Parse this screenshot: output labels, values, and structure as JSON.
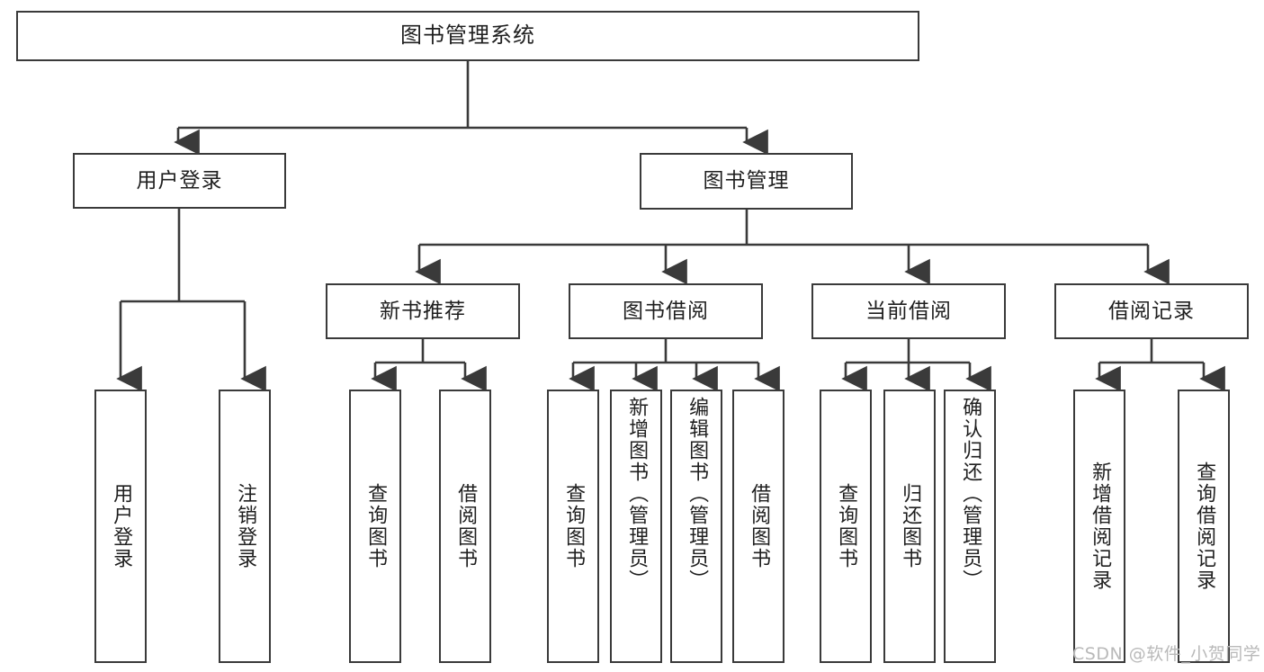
{
  "diagram": {
    "type": "tree-hierarchy",
    "title": "图书管理系统",
    "root": {
      "id": "root",
      "label": "图书管理系统"
    },
    "level2": [
      {
        "id": "user-login",
        "label": "用户登录"
      },
      {
        "id": "book-manage",
        "label": "图书管理"
      }
    ],
    "level3": [
      {
        "id": "new-book-rec",
        "label": "新书推荐",
        "parent": "book-manage"
      },
      {
        "id": "book-borrow",
        "label": "图书借阅",
        "parent": "book-manage"
      },
      {
        "id": "current-borrow",
        "label": "当前借阅",
        "parent": "book-manage"
      },
      {
        "id": "borrow-record",
        "label": "借阅记录",
        "parent": "book-manage"
      }
    ],
    "leaves": {
      "user_login": [
        {
          "id": "leaf-user-login",
          "label": "用户登录"
        },
        {
          "id": "leaf-user-logout",
          "label": "注销登录"
        }
      ],
      "new_book_rec": [
        {
          "id": "leaf-query-book-1",
          "label": "查询图书"
        },
        {
          "id": "leaf-borrow-book-1",
          "label": "借阅图书"
        }
      ],
      "book_borrow": [
        {
          "id": "leaf-query-book-2",
          "label": "查询图书"
        },
        {
          "id": "leaf-add-book",
          "label": "新增图书（管理员）"
        },
        {
          "id": "leaf-edit-book",
          "label": "编辑图书（管理员）"
        },
        {
          "id": "leaf-borrow-book-2",
          "label": "借阅图书"
        }
      ],
      "current_borrow": [
        {
          "id": "leaf-query-book-3",
          "label": "查询图书"
        },
        {
          "id": "leaf-return-book",
          "label": "归还图书"
        },
        {
          "id": "leaf-confirm-return",
          "label": "确认归还（管理员）"
        }
      ],
      "borrow_record": [
        {
          "id": "leaf-add-record",
          "label": "新增借阅记录"
        },
        {
          "id": "leaf-query-record",
          "label": "查询借阅记录"
        }
      ]
    }
  },
  "watermark": {
    "text": "CSDN @软件_小贺同学"
  },
  "colors": {
    "stroke": "#3a3a3a",
    "text": "#1f1f1f",
    "background": "#ffffff",
    "watermark": "#b9b9b9"
  }
}
